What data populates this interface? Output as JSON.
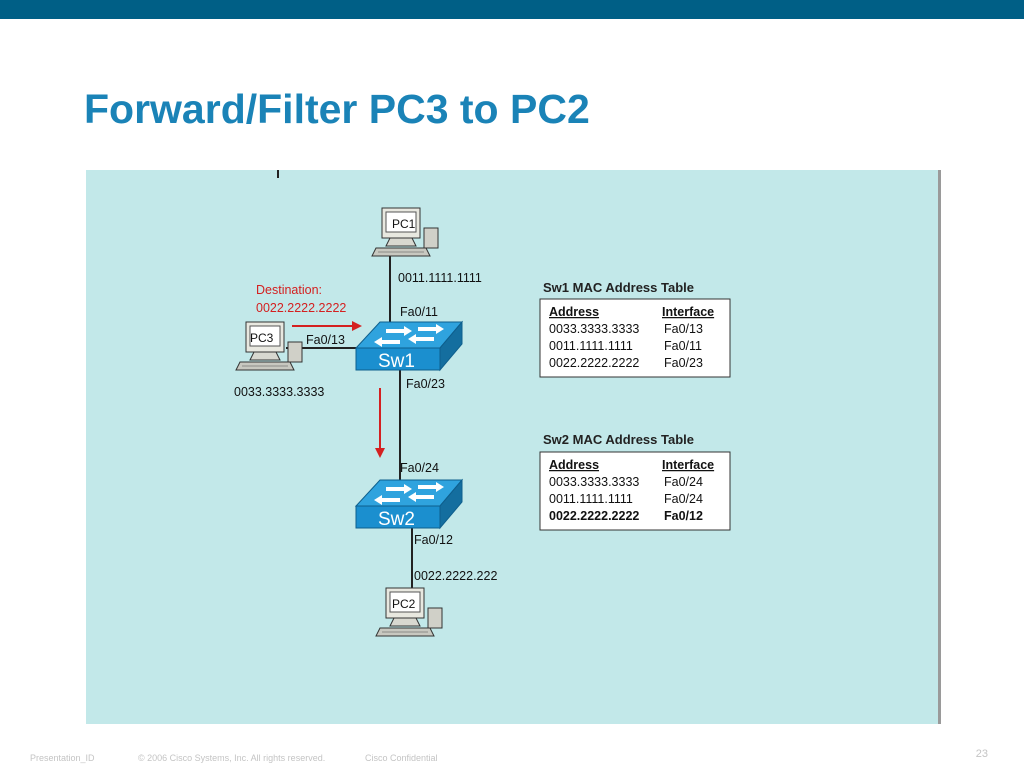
{
  "slide": {
    "title": "Forward/Filter PC3 to PC2",
    "page_number": "23"
  },
  "footer": {
    "presentation_id": "Presentation_ID",
    "copyright": "© 2006 Cisco Systems, Inc. All rights reserved.",
    "confidential": "Cisco Confidential"
  },
  "colors": {
    "top_bar": "#005f86",
    "title": "#1a83b7",
    "panel": "#c2e8e9",
    "switch": "#1b8fcf",
    "arrow": "#d42020"
  },
  "diagram": {
    "pc1": {
      "label": "PC1",
      "mac": "0011.1111.1111",
      "icon": "computer-icon"
    },
    "pc2": {
      "label": "PC2",
      "mac": "0022.2222.222",
      "icon": "computer-icon"
    },
    "pc3": {
      "label": "PC3",
      "mac": "0033.3333.3333",
      "icon": "computer-icon"
    },
    "sw1": {
      "label": "Sw1",
      "icon": "switch-icon"
    },
    "sw2": {
      "label": "Sw2",
      "icon": "switch-icon"
    },
    "ports": {
      "sw1_pc1": "Fa0/11",
      "sw1_pc3": "Fa0/13",
      "sw1_sw2": "Fa0/23",
      "sw2_sw1": "Fa0/24",
      "sw2_pc2": "Fa0/12"
    },
    "destination": {
      "label": "Destination:",
      "mac": "0022.2222.2222"
    }
  },
  "tables": [
    {
      "title": "Sw1 MAC Address Table",
      "headers": [
        "Address",
        "Interface"
      ],
      "rows": [
        {
          "address": "0033.3333.3333",
          "interface": "Fa0/13",
          "bold": false
        },
        {
          "address": "0011.1111.1111",
          "interface": "Fa0/11",
          "bold": false
        },
        {
          "address": "0022.2222.2222",
          "interface": "Fa0/23",
          "bold": false
        }
      ]
    },
    {
      "title": "Sw2 MAC Address Table",
      "headers": [
        "Address",
        "Interface"
      ],
      "rows": [
        {
          "address": "0033.3333.3333",
          "interface": "Fa0/24",
          "bold": false
        },
        {
          "address": "0011.1111.1111",
          "interface": "Fa0/24",
          "bold": false
        },
        {
          "address": "0022.2222.2222",
          "interface": "Fa0/12",
          "bold": true
        }
      ]
    }
  ]
}
